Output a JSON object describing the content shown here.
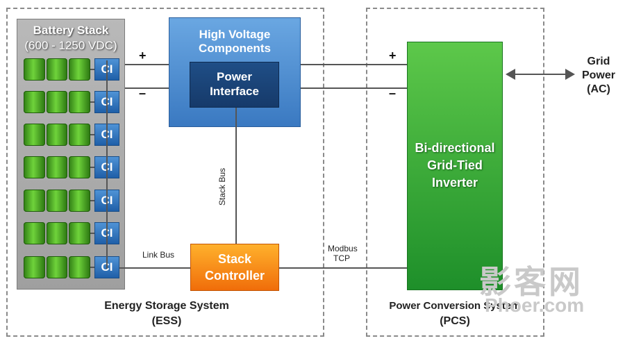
{
  "battery_stack": {
    "title": "Battery Stack",
    "subtitle": "(600 - 1250 VDC)",
    "ci_labels": [
      "CI",
      "CI",
      "CI",
      "CI",
      "CI",
      "CI",
      "CI"
    ]
  },
  "high_voltage": {
    "line1": "High Voltage",
    "line2": "Components"
  },
  "power_interface": {
    "line1": "Power",
    "line2": "Interface"
  },
  "stack_controller": {
    "line1": "Stack",
    "line2": "Controller"
  },
  "inverter": {
    "line1": "Bi-directional",
    "line2": "Grid-Tied",
    "line3": "Inverter"
  },
  "grid": {
    "line1": "Grid",
    "line2": "Power",
    "line3": "(AC)"
  },
  "labels": {
    "plus": "+",
    "minus": "–",
    "stack_bus": "Stack Bus",
    "link_bus": "Link Bus",
    "modbus1": "Modbus",
    "modbus2": "TCP"
  },
  "ess": {
    "line1": "Energy Storage System",
    "line2": "(ESS)"
  },
  "pcs": {
    "line1": "Power Conversion System",
    "line2": "(PCS)"
  },
  "watermark": {
    "line1": "影客网",
    "line2": "Phoer.com"
  },
  "colors": {
    "battery_green": "#4fc12d",
    "ci_blue": "#2a6db8",
    "hv_blue": "#4f8fd4",
    "pi_navy": "#1a4577",
    "controller_orange": "#f7891a",
    "inverter_green": "#35a83a"
  }
}
